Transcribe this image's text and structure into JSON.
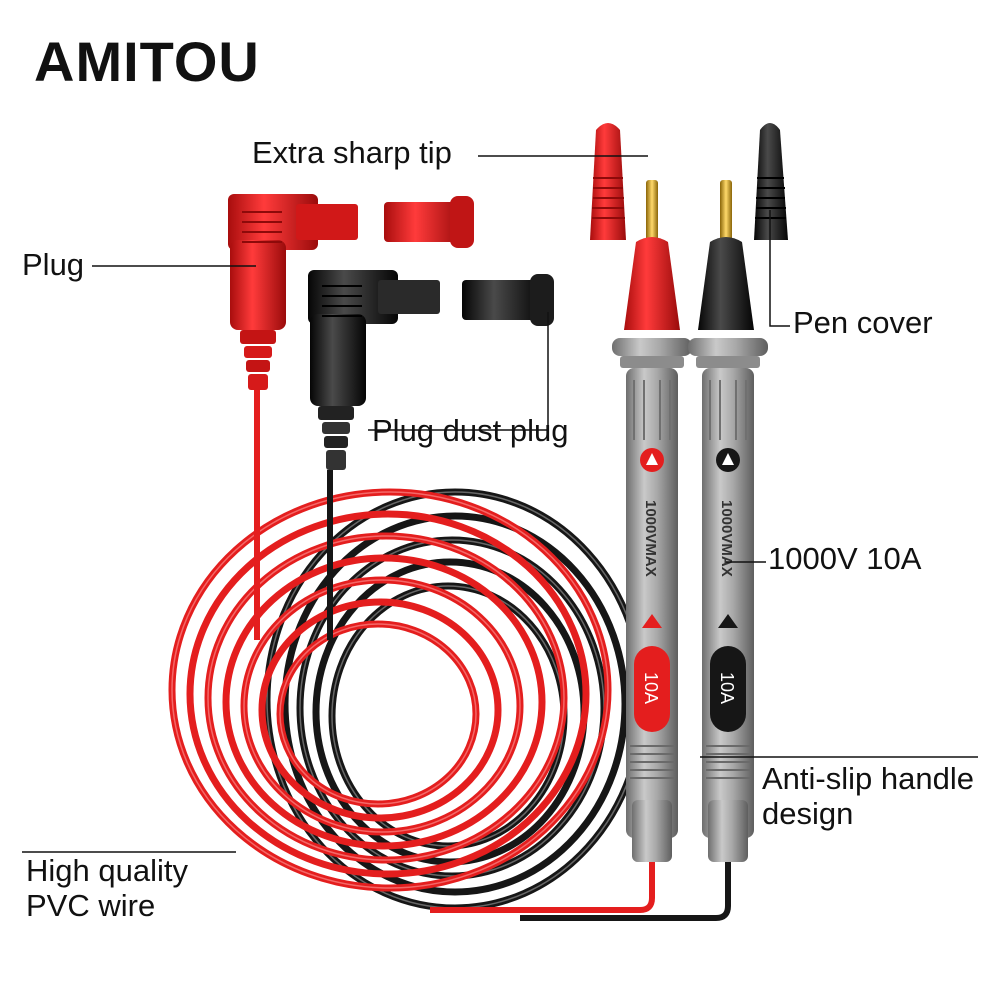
{
  "brand": "AMITOU",
  "labels": {
    "extra_sharp_tip": "Extra sharp tip",
    "plug": "Plug",
    "pen_cover": "Pen cover",
    "plug_dust_plug": "Plug dust plug",
    "rating": "1000V 10A",
    "anti_slip": [
      "Anti-slip handle",
      "design"
    ],
    "pvc_wire": [
      "High quality",
      "PVC wire"
    ]
  },
  "probe_markings": {
    "rating_text": "1000VMAX",
    "current": "10A"
  },
  "colors": {
    "red": "#e41e1e",
    "black": "#1a1a1a",
    "handle_gray": "#9a9a9a",
    "gold": "#d9a520"
  }
}
